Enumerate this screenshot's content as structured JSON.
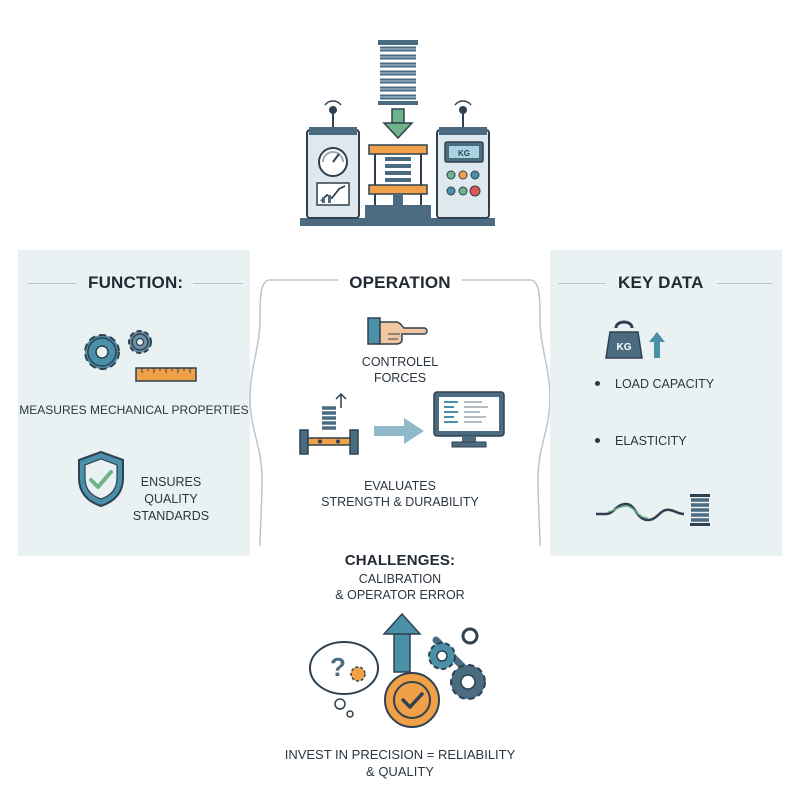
{
  "function": {
    "heading": "FUNCTION:",
    "item1": "MEASURES MECHANICAL PROPERTIES",
    "item2_lines": [
      "ENSURES",
      "QUALITY",
      "STANDARDS"
    ]
  },
  "operation": {
    "heading": "OPERATION",
    "item1_lines": [
      "CONTROLEL",
      "FORCES"
    ],
    "item2_lines": [
      "EVALUATES",
      "STRENGTH & DURABILITY"
    ]
  },
  "key_data": {
    "heading": "KEY DATA",
    "weight_label": "KG",
    "bullets": [
      "LOAD CAPACITY",
      "ELASTICITY"
    ]
  },
  "challenges": {
    "heading": "CHALLENGES:",
    "lines": [
      "CALIBRATION",
      "& OPERATOR ERROR"
    ]
  },
  "footer": {
    "lines": [
      "INVEST IN PRECISION = RELIABILITY",
      "& QUALITY"
    ]
  },
  "machine": {
    "display_text": "KG"
  },
  "icons": [
    "spring-icon",
    "down-arrow-icon",
    "gauge-icon",
    "chart-icon",
    "gear-icon",
    "ruler-icon",
    "shield-check-icon",
    "hand-pointing-icon",
    "test-rig-icon",
    "right-arrow-icon",
    "monitor-icon",
    "kettlebell-icon",
    "up-arrow-icon",
    "wave-icon",
    "thought-bubble-icon",
    "check-badge-icon",
    "wrench-icon"
  ],
  "colors": {
    "panel_bg": "#eaf1f3",
    "steel": "#4a6b80",
    "accent_green": "#6fb38a",
    "accent_orange": "#f0a148",
    "accent_blue": "#4a90a8",
    "dark": "#2c3640"
  }
}
